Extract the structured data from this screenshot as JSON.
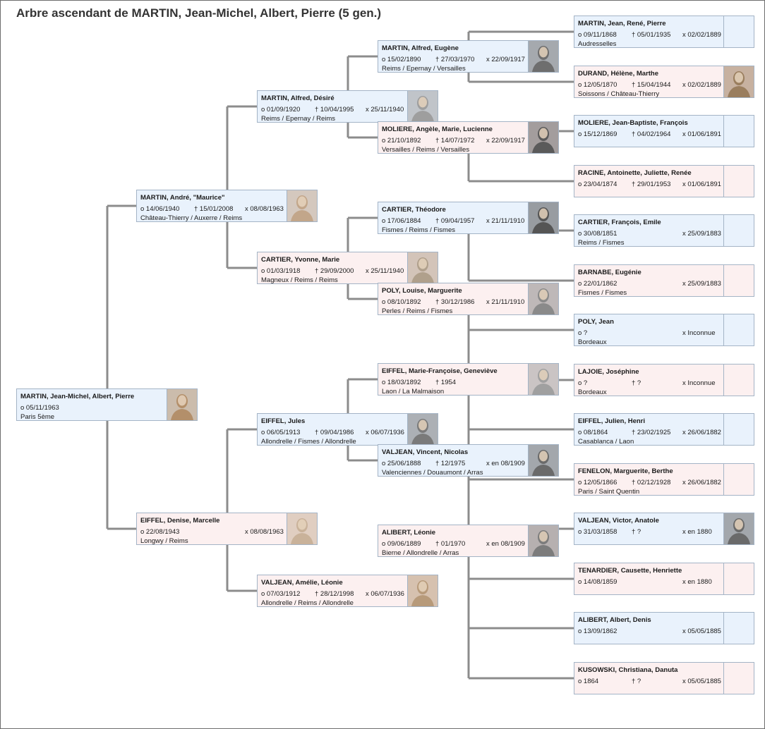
{
  "title": "Arbre ascendant de MARTIN, Jean-Michel, Albert, Pierre  (5 gen.)",
  "colors": {
    "male_bg": "#e9f2fc",
    "female_bg": "#fcf0f0",
    "border": "#a4b4c6",
    "line": "#8c8c8c"
  },
  "persons": [
    {
      "id": "p1",
      "gen": 1,
      "slot": 0,
      "sex": "m",
      "name": "MARTIN, Jean-Michel, Albert, Pierre",
      "birth": "o 05/11/1963",
      "death": "",
      "marriage": "",
      "places": "Paris 5ème",
      "photo": "portrait-icon",
      "photo_tone": "#b38f6a"
    },
    {
      "id": "p2",
      "gen": 2,
      "slot": 0,
      "sex": "m",
      "name": "MARTIN, André, \"Maurice\"",
      "birth": "o 14/06/1940",
      "death": "† 15/01/2008",
      "marriage": "x 08/08/1963",
      "places": "Château-Thierry / Auxerre / Reims",
      "photo": "portrait-icon",
      "photo_tone": "#c2a68a"
    },
    {
      "id": "p3",
      "gen": 2,
      "slot": 1,
      "sex": "f",
      "name": "EIFFEL, Denise, Marcelle",
      "birth": "o 22/08/1943",
      "death": "",
      "marriage": "x 08/08/1963",
      "places": "Longwy / Reims",
      "photo": "portrait-icon",
      "photo_tone": "#c9b29a"
    },
    {
      "id": "p4",
      "gen": 3,
      "slot": 0,
      "sex": "m",
      "name": "MARTIN, Alfred, Désiré",
      "birth": "o 01/09/1920",
      "death": "† 10/04/1995",
      "marriage": "x 25/11/1940",
      "places": "Reims / Epernay / Reims",
      "photo": "portrait-icon",
      "photo_tone": "#9e9e9e"
    },
    {
      "id": "p5",
      "gen": 3,
      "slot": 1,
      "sex": "f",
      "name": "CARTIER, Yvonne, Marie",
      "birth": "o 01/03/1918",
      "death": "† 29/09/2000",
      "marriage": "x 25/11/1940",
      "places": "Magneux / Reims / Reims",
      "photo": "portrait-icon",
      "photo_tone": "#b0a08c"
    },
    {
      "id": "p6",
      "gen": 3,
      "slot": 2,
      "sex": "m",
      "name": "EIFFEL, Jules",
      "birth": "o 06/05/1913",
      "death": "† 09/04/1986",
      "marriage": "x 06/07/1936",
      "places": "Allondrelle / Fismes / Allondrelle",
      "photo": "portrait-icon",
      "photo_tone": "#7a7a7a"
    },
    {
      "id": "p7",
      "gen": 3,
      "slot": 3,
      "sex": "f",
      "name": "VALJEAN, Amélie, Léonie",
      "birth": "o 07/03/1912",
      "death": "† 28/12/1998",
      "marriage": "x 06/07/1936",
      "places": "Allondrelle / Reims / Allondrelle",
      "photo": "portrait-icon",
      "photo_tone": "#b79a7a"
    },
    {
      "id": "p8",
      "gen": 4,
      "slot": 0,
      "sex": "m",
      "name": "MARTIN, Alfred, Eugène",
      "birth": "o 15/02/1890",
      "death": "† 27/03/1970",
      "marriage": "x 22/09/1917",
      "places": "Reims / Epernay / Versailles",
      "photo": "portrait-icon",
      "photo_tone": "#6e6e6e"
    },
    {
      "id": "p9",
      "gen": 4,
      "slot": 1,
      "sex": "f",
      "name": "MOLIERE, Angèle, Marie, Lucienne",
      "birth": "o 21/10/1892",
      "death": "† 14/07/1972",
      "marriage": "x 22/09/1917",
      "places": "Versailles / Reims / Versailles",
      "photo": "portrait-icon",
      "photo_tone": "#5a5a5a"
    },
    {
      "id": "p10",
      "gen": 4,
      "slot": 2,
      "sex": "m",
      "name": "CARTIER, Théodore",
      "birth": "o 17/06/1884",
      "death": "† 09/04/1957",
      "marriage": "x 21/11/1910",
      "places": "Fismes / Reims / Fismes",
      "photo": "portrait-icon",
      "photo_tone": "#555555"
    },
    {
      "id": "p11",
      "gen": 4,
      "slot": 3,
      "sex": "f",
      "name": "POLY, Louise, Marguerite",
      "birth": "o 08/10/1892",
      "death": "† 30/12/1986",
      "marriage": "x 21/11/1910",
      "places": "Perles / Reims / Fismes",
      "photo": "portrait-icon",
      "photo_tone": "#8a8a8a"
    },
    {
      "id": "p12",
      "gen": 4,
      "slot": 4,
      "sex": "f",
      "name": "EIFFEL, Marie-Françoise, Geneviève",
      "birth": "o 18/03/1892",
      "death": "† 1954",
      "marriage": "",
      "places": "Laon / La Malmaison",
      "photo": "portrait-icon",
      "photo_tone": "#a0a0a0"
    },
    {
      "id": "p13",
      "gen": 4,
      "slot": 5,
      "sex": "m",
      "name": "VALJEAN, Vincent, Nicolas",
      "birth": "o 25/06/1888",
      "death": "† 12/1975",
      "marriage": "x en 08/1909",
      "places": "Valenciennes / Douaumont / Arras",
      "photo": "portrait-icon",
      "photo_tone": "#6a6a6a"
    },
    {
      "id": "p14",
      "gen": 4,
      "slot": 6,
      "sex": "f",
      "name": "ALIBERT, Léonie",
      "birth": "o 09/06/1889",
      "death": "† 01/1970",
      "marriage": "x en 08/1909",
      "places": "Bierne / Allondrelle / Arras",
      "photo": "portrait-icon",
      "photo_tone": "#7c7c7c"
    },
    {
      "id": "p16",
      "gen": 5,
      "slot": 0,
      "sex": "m",
      "name": "MARTIN, Jean, René, Pierre",
      "birth": "o 09/11/1868",
      "death": "† 05/01/1935",
      "marriage": "x 02/02/1889",
      "places": "Audresselles",
      "photo": ""
    },
    {
      "id": "p17",
      "gen": 5,
      "slot": 1,
      "sex": "f",
      "name": "DURAND, Hélène, Marthe",
      "birth": "o 12/05/1870",
      "death": "† 15/04/1944",
      "marriage": "x 02/02/1889",
      "places": "Soissons / Château-Thierry",
      "photo": "portrait-icon",
      "photo_tone": "#9a7e5e"
    },
    {
      "id": "p18",
      "gen": 5,
      "slot": 2,
      "sex": "m",
      "name": "MOLIERE, Jean-Baptiste, François",
      "birth": "o 15/12/1869",
      "death": "† 04/02/1964",
      "marriage": "x 01/06/1891",
      "places": "",
      "photo": ""
    },
    {
      "id": "p19",
      "gen": 5,
      "slot": 3,
      "sex": "f",
      "name": "RACINE, Antoinette, Juliette, Renée",
      "birth": "o 23/04/1874",
      "death": "† 29/01/1953",
      "marriage": "x 01/06/1891",
      "places": "",
      "photo": ""
    },
    {
      "id": "p20",
      "gen": 5,
      "slot": 4,
      "sex": "m",
      "name": "CARTIER, François, Emile",
      "birth": "o 30/08/1851",
      "death": "",
      "marriage": "x 25/09/1883",
      "places": "Reims / Fismes",
      "photo": ""
    },
    {
      "id": "p21",
      "gen": 5,
      "slot": 5,
      "sex": "f",
      "name": "BARNABE, Eugénie",
      "birth": "o 22/01/1862",
      "death": "",
      "marriage": "x 25/09/1883",
      "places": "Fismes / Fismes",
      "photo": ""
    },
    {
      "id": "p22",
      "gen": 5,
      "slot": 6,
      "sex": "m",
      "name": "POLY, Jean",
      "birth": "o ?",
      "death": "",
      "marriage": "x Inconnue",
      "places": "Bordeaux",
      "photo": ""
    },
    {
      "id": "p23",
      "gen": 5,
      "slot": 7,
      "sex": "f",
      "name": "LAJOIE, Joséphine",
      "birth": "o ?",
      "death": "† ?",
      "marriage": "x Inconnue",
      "places": "Bordeaux",
      "photo": ""
    },
    {
      "id": "p24",
      "gen": 5,
      "slot": 8,
      "sex": "m",
      "name": "EIFFEL, Julien, Henri",
      "birth": "o 08/1864",
      "death": "† 23/02/1925",
      "marriage": "x 26/06/1882",
      "places": "Casablanca / Laon",
      "photo": ""
    },
    {
      "id": "p25",
      "gen": 5,
      "slot": 9,
      "sex": "f",
      "name": "FENELON, Marguerite, Berthe",
      "birth": "o 12/05/1866",
      "death": "† 02/12/1928",
      "marriage": "x 26/06/1882",
      "places": "Paris / Saint Quentin",
      "photo": ""
    },
    {
      "id": "p26",
      "gen": 5,
      "slot": 10,
      "sex": "m",
      "name": "VALJEAN, Victor, Anatole",
      "birth": "o 31/03/1858",
      "death": "† ?",
      "marriage": "x en 1880",
      "places": "",
      "photo": "portrait-icon",
      "photo_tone": "#6a6a6a"
    },
    {
      "id": "p27",
      "gen": 5,
      "slot": 11,
      "sex": "f",
      "name": "TENARDIER, Causette, Henriette",
      "birth": "o 14/08/1859",
      "death": "",
      "marriage": "x en 1880",
      "places": "",
      "photo": ""
    },
    {
      "id": "p28",
      "gen": 5,
      "slot": 12,
      "sex": "m",
      "name": "ALIBERT, Albert, Denis",
      "birth": "o 13/09/1862",
      "death": "",
      "marriage": "x 05/05/1885",
      "places": "",
      "photo": ""
    },
    {
      "id": "p29",
      "gen": 5,
      "slot": 13,
      "sex": "f",
      "name": "KUSOWSKI, Christiana, Danuta",
      "birth": "o 1864",
      "death": "† ?",
      "marriage": "x 05/05/1885",
      "places": "",
      "photo": ""
    }
  ]
}
